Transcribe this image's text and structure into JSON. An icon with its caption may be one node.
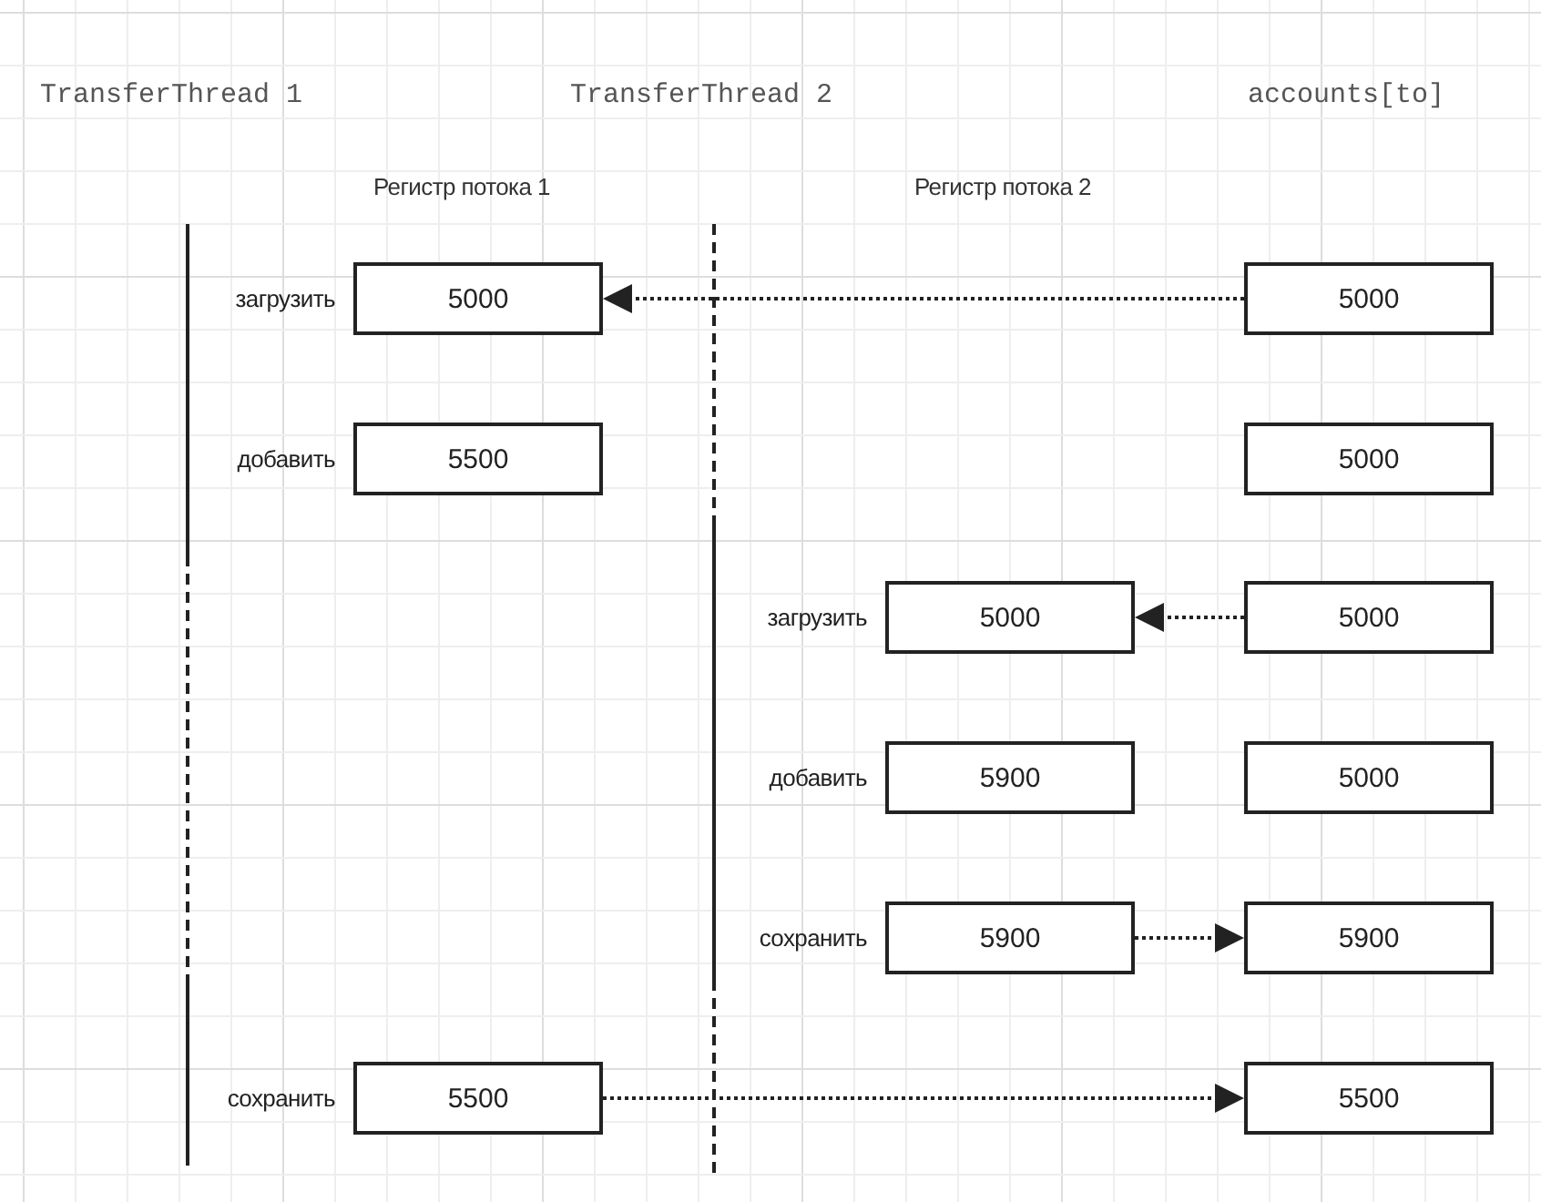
{
  "diagram": {
    "nodes": [
      {
        "text": [
          "5000"
        ],
        "beside": [
          "загрузить"
        ]
      },
      {
        "text": [
          "5000"
        ]
      },
      {
        "text": [
          "5500"
        ],
        "beside": [
          "добавить"
        ]
      },
      {
        "text": [
          "5000"
        ]
      },
      {
        "text": [
          "5000"
        ],
        "beside": [
          "загрузить"
        ]
      },
      {
        "text": [
          "5000"
        ]
      },
      {
        "text": [
          "5900"
        ],
        "beside": [
          "добавить"
        ]
      },
      {
        "text": [
          "5000"
        ]
      },
      {
        "text": [
          "5900"
        ],
        "beside": [
          "сохранить"
        ]
      },
      {
        "text": [
          "5900"
        ]
      },
      {
        "text": [
          "5500"
        ],
        "beside": [
          "сохранить"
        ]
      },
      {
        "text": [
          "5500"
        ]
      }
    ],
    "edges": [
      {
        "from": 1,
        "to": 0,
        "arrow": "to",
        "style": "dashed"
      },
      {
        "from": 5,
        "to": 4,
        "arrow": "to",
        "style": "dashed"
      },
      {
        "from": 8,
        "to": 9,
        "arrow": "to",
        "style": "dashed"
      },
      {
        "from": 10,
        "to": 11,
        "arrow": "to",
        "style": "dashed"
      }
    ],
    "labels": [
      "TransferThread 1",
      "TransferThread 2",
      "accounts[to]",
      "Регистр потока 1",
      "Регистр потока 2"
    ]
  }
}
